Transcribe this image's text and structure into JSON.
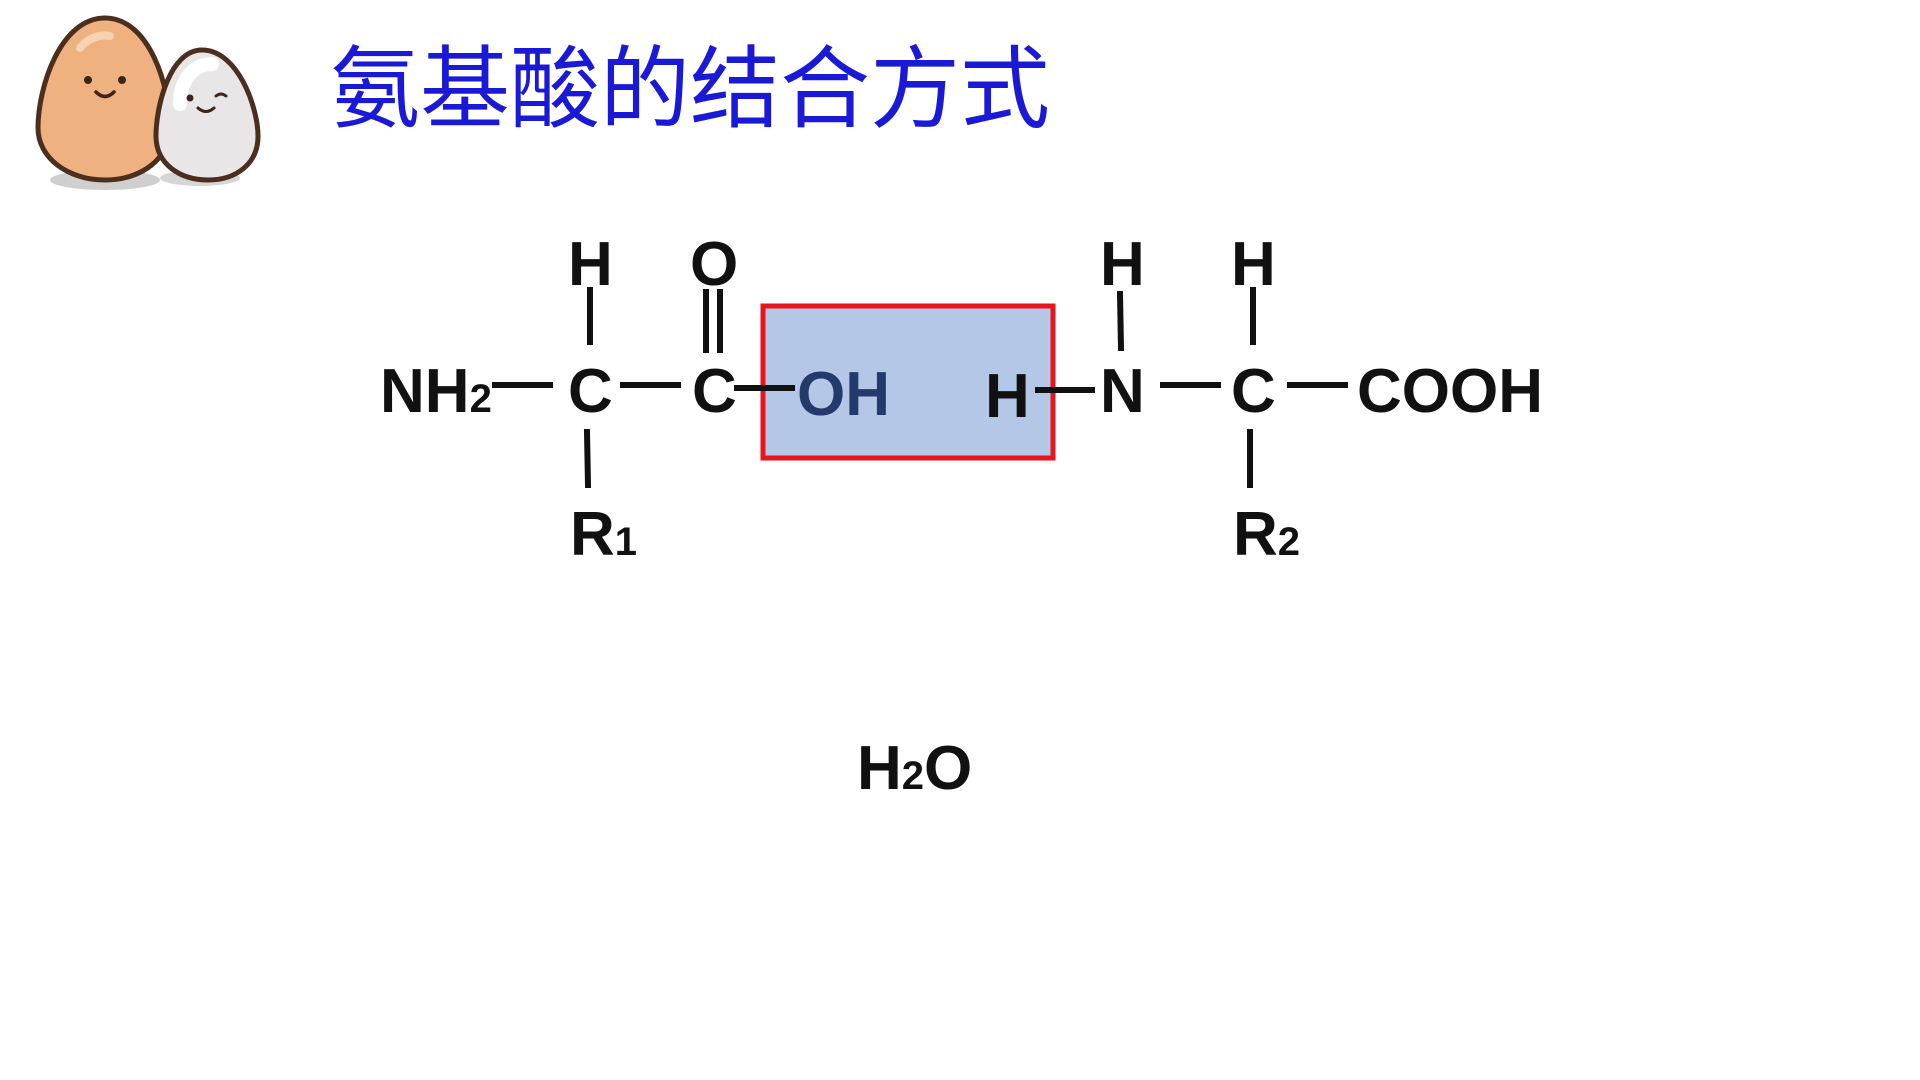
{
  "slide": {
    "title": "氨基酸的结合方式",
    "mascot_icon": "two-eggs-mascot-icon"
  },
  "formula": {
    "left_amino_acid": {
      "amino": {
        "main": "NH",
        "sub": "2"
      },
      "alpha_carbon": "C",
      "alpha_h": "H",
      "carbonyl_carbon": "C",
      "carbonyl_oxygen": "O",
      "side_chain": {
        "main": "R",
        "sub": "1"
      }
    },
    "removed_group": {
      "hydroxyl": "OH",
      "amino_h": "H",
      "box_fill": "#b4c7e7",
      "box_border": "#e8151b"
    },
    "right_amino_acid": {
      "nitrogen": "N",
      "nitrogen_h": "H",
      "alpha_carbon": "C",
      "alpha_h": "H",
      "carboxyl": "COOH",
      "side_chain": {
        "main": "R",
        "sub": "2"
      }
    }
  },
  "product": {
    "main1": "H",
    "sub": "2",
    "main2": "O"
  },
  "colors": {
    "title": "#1a1ad6",
    "text": "#111111"
  }
}
